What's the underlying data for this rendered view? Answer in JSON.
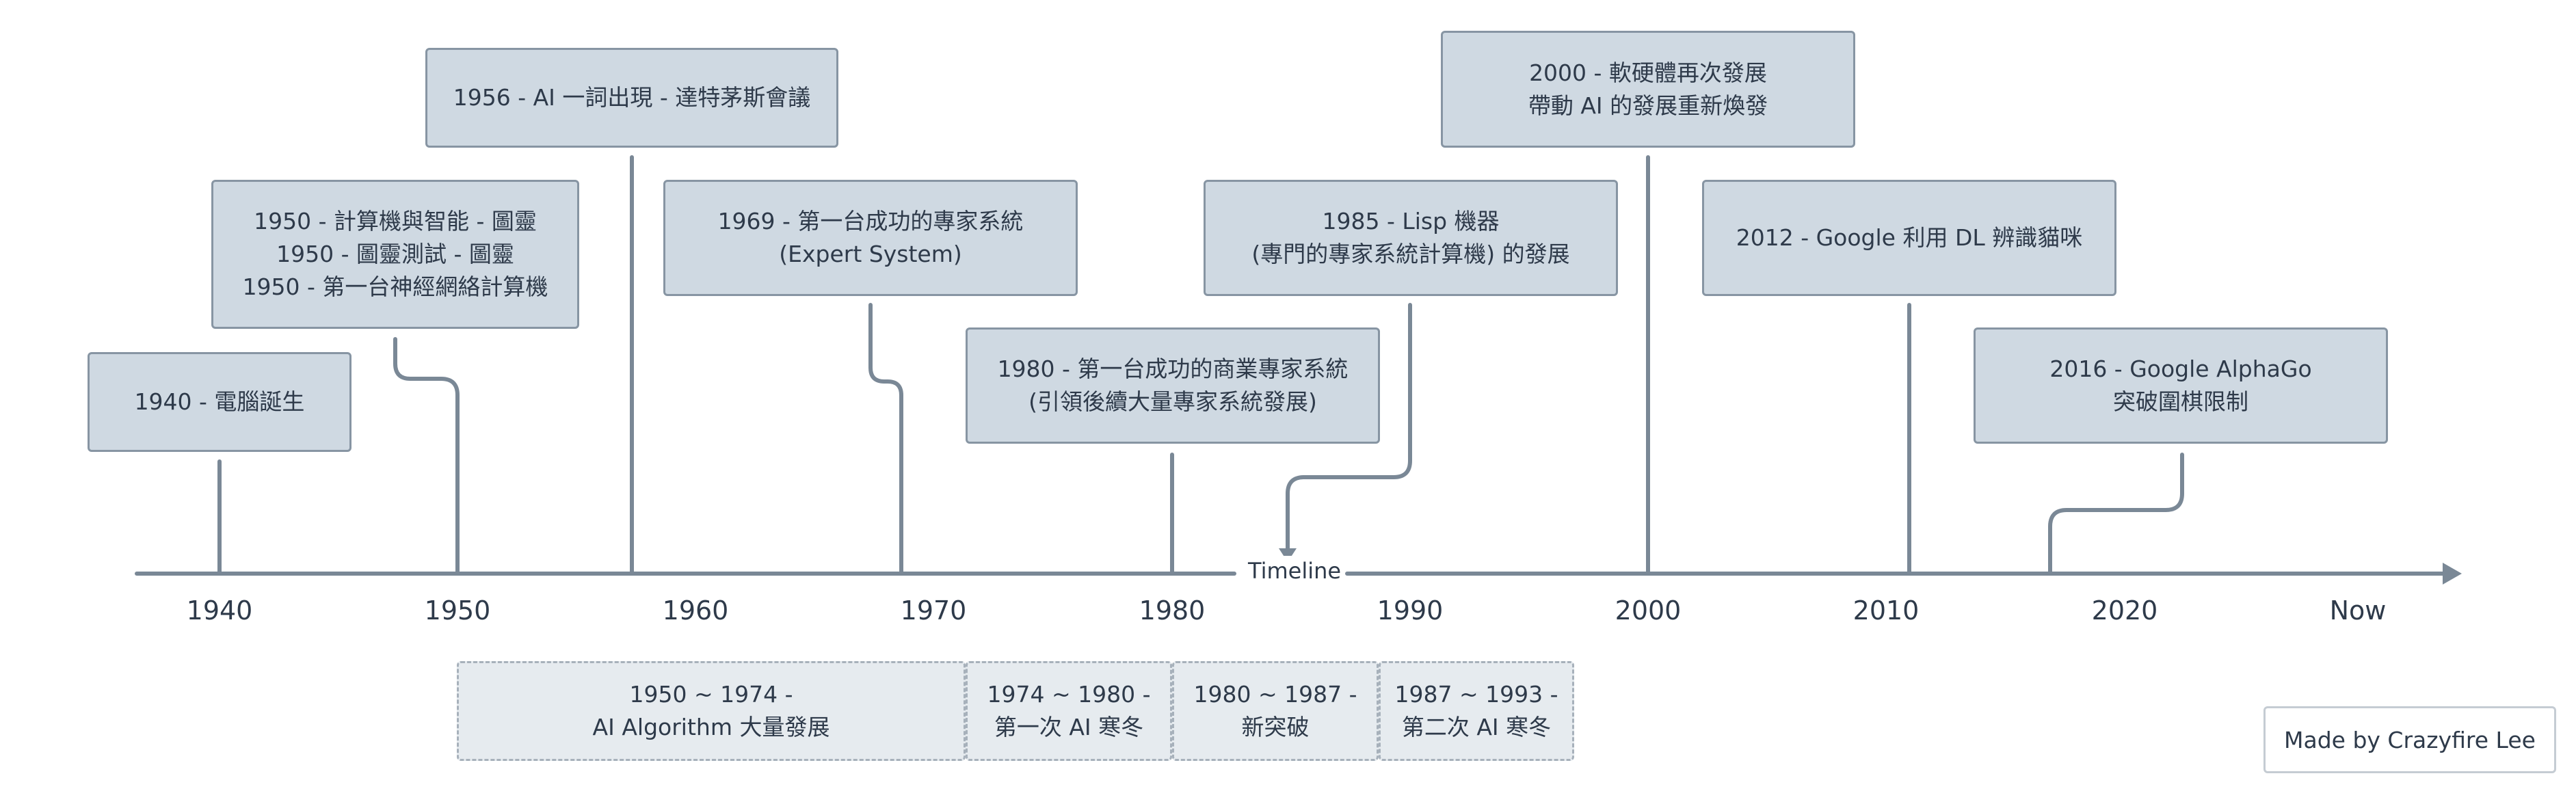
{
  "axis": {
    "title": "Timeline",
    "ticks": [
      "1940",
      "1950",
      "1960",
      "1970",
      "1980",
      "1990",
      "2000",
      "2010",
      "2020",
      "Now"
    ]
  },
  "events": [
    {
      "lines": [
        "1940 - 電腦誕生"
      ]
    },
    {
      "lines": [
        "1950 - 計算機與智能 - 圖靈",
        "1950 - 圖靈測試 - 圖靈",
        "1950 - 第一台神經網絡計算機"
      ]
    },
    {
      "lines": [
        "1956 - AI 一詞出現 - 達特茅斯會議"
      ]
    },
    {
      "lines": [
        "1969 - 第一台成功的專家系統",
        "(Expert System)"
      ]
    },
    {
      "lines": [
        "1980 - 第一台成功的商業專家系統",
        "(引領後續大量專家系統發展)"
      ]
    },
    {
      "lines": [
        "1985 - Lisp 機器",
        "(專門的專家系統計算機) 的發展"
      ]
    },
    {
      "lines": [
        "2000 - 軟硬體再次發展",
        "帶動 AI 的發展重新煥發"
      ]
    },
    {
      "lines": [
        "2012 - Google 利用 DL 辨識貓咪"
      ]
    },
    {
      "lines": [
        "2016 - Google AlphaGo",
        "突破圍棋限制"
      ]
    }
  ],
  "eras": [
    {
      "lines": [
        "1950 ~ 1974 -",
        "AI Algorithm 大量發展"
      ]
    },
    {
      "lines": [
        "1974 ~ 1980 -",
        "第一次 AI 寒冬"
      ]
    },
    {
      "lines": [
        "1980 ~ 1987 -",
        "新突破"
      ]
    },
    {
      "lines": [
        "1987 ~ 1993 -",
        "第二次 AI 寒冬"
      ]
    }
  ],
  "credit": "Made by Crazyfire Lee",
  "colors": {
    "line": "#7a8896",
    "box_fill": "#cfd9e2",
    "box_border": "#8795a3",
    "era_fill": "#e6ebef",
    "era_border": "#a7b1bb",
    "text": "#2e3a4a"
  }
}
